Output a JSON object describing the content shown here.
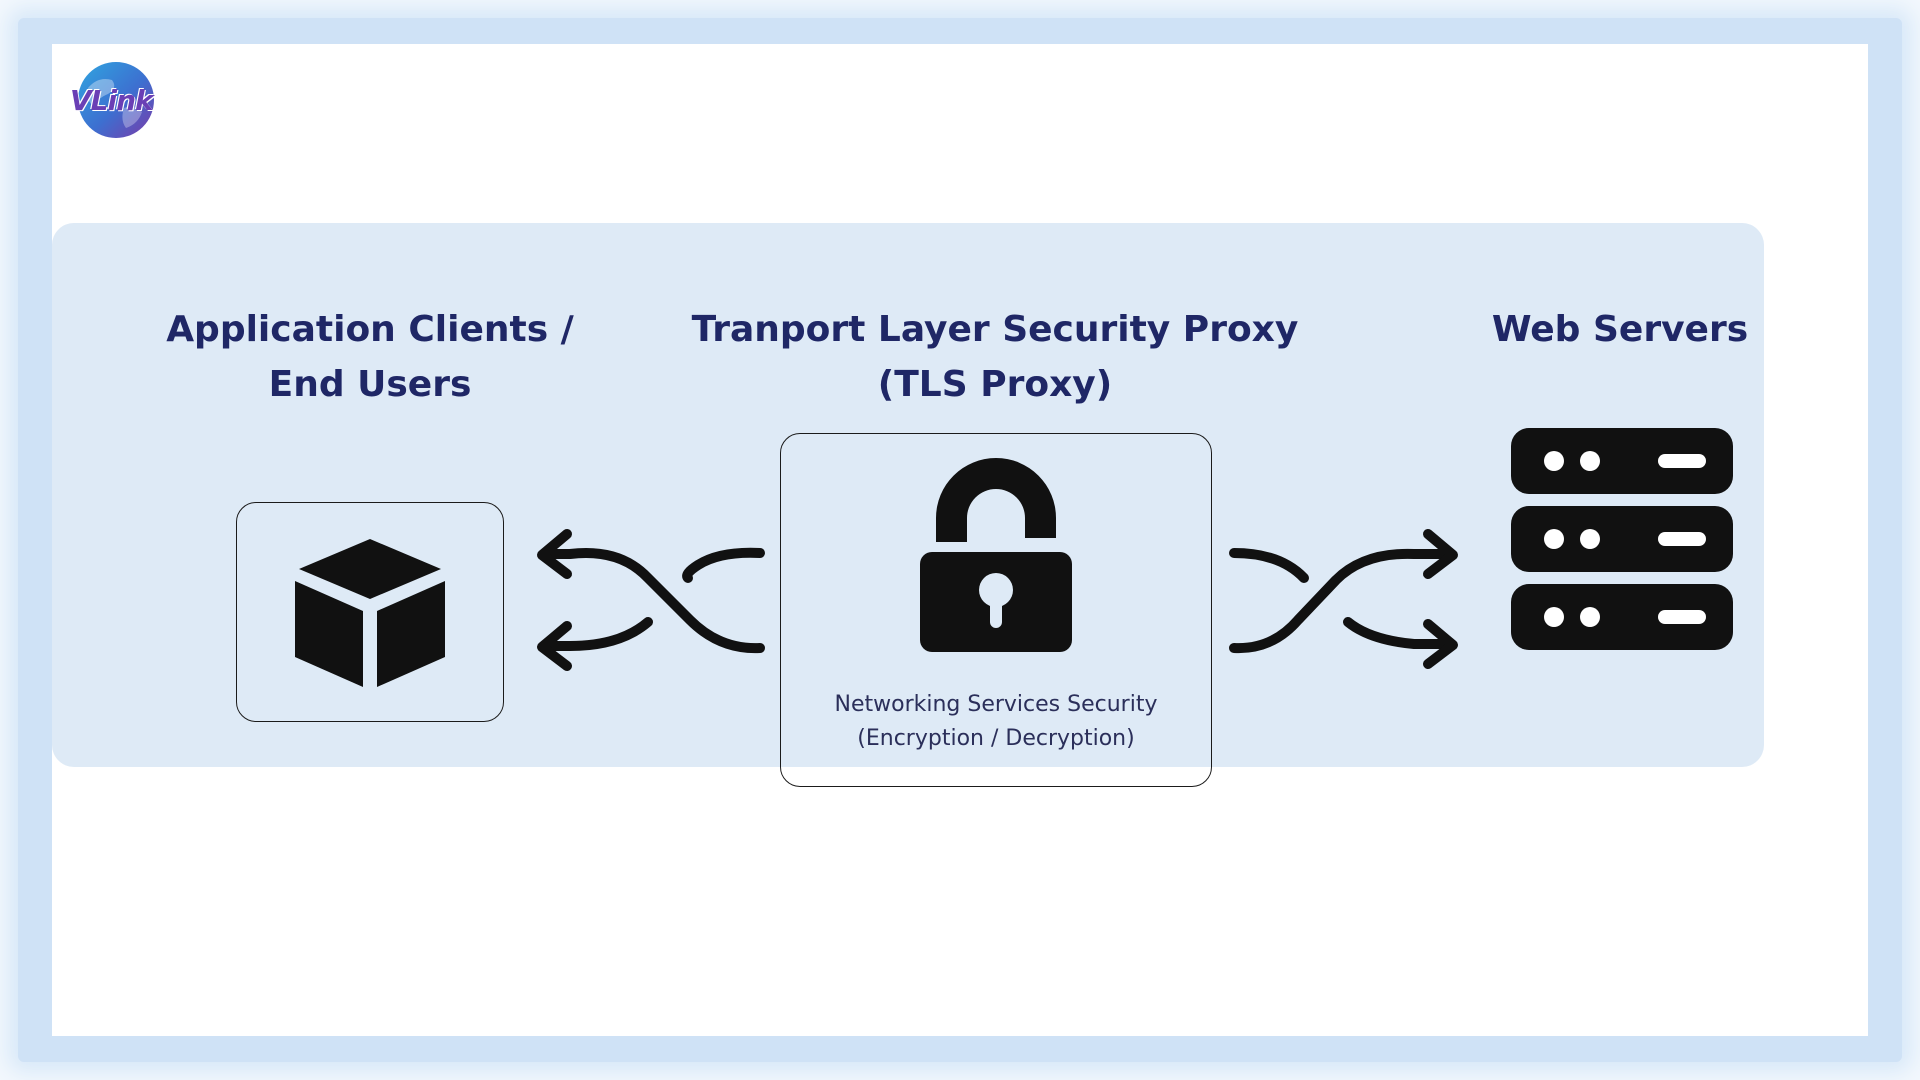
{
  "logo": {
    "text": "VLink",
    "icon": "globe-logo-icon"
  },
  "columns": {
    "clients": {
      "title": "Application Clients /\nEnd Users",
      "icon": "cube-icon"
    },
    "proxy": {
      "title": "Tranport Layer Security Proxy\n(TLS Proxy)",
      "icon": "unlocked-padlock-icon",
      "caption_line1": "Networking Services Security",
      "caption_line2": "(Encryption / Decryption)"
    },
    "servers": {
      "title": "Web Servers",
      "icon": "server-rack-icon"
    }
  },
  "connectors": {
    "left": "crossing-arrows-left-icon",
    "right": "crossing-arrows-right-icon"
  },
  "colors": {
    "title": "#1f2766",
    "panel": "#deeaf6",
    "icon": "#111111",
    "frame": "#cfe2f6"
  }
}
